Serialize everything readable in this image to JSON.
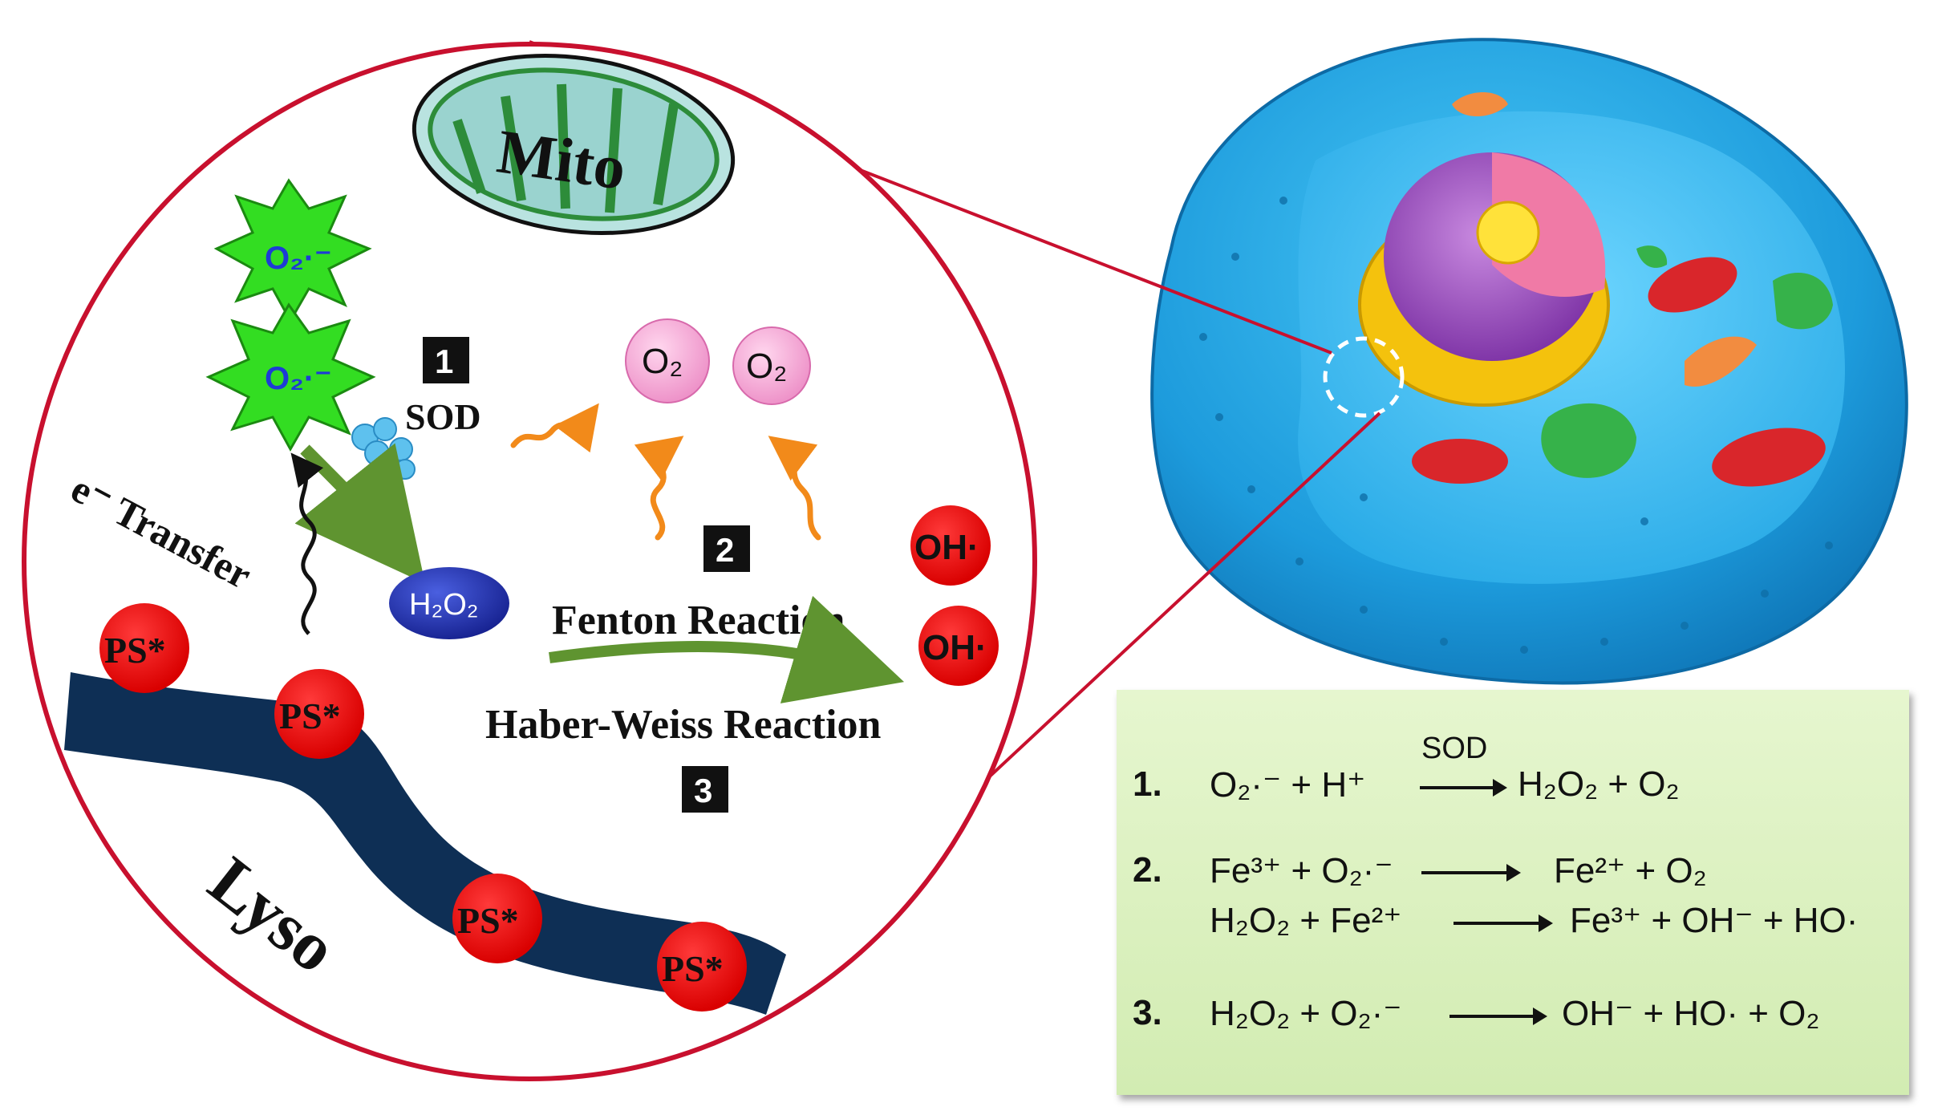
{
  "labels": {
    "mito": "Mito",
    "lyso": "Lyso",
    "e_transfer": "e⁻ Transfer",
    "sod": "SOD",
    "fenton": "Fenton Reaction",
    "haber_weiss": "Haber-Weiss Reaction",
    "step1": "1",
    "step2": "2",
    "step3": "3",
    "superoxide": "O₂·⁻",
    "oxygen": "O₂",
    "h2o2": "H₂O₂",
    "hydroxyl": "OH·",
    "ps": "PS*"
  },
  "equations": {
    "eq1_num": "1.",
    "eq1_left": "O₂·⁻ + H⁺",
    "eq1_over": "SOD",
    "eq1_right": "H₂O₂ + O₂",
    "eq2_num": "2.",
    "eq2a_left": "Fe³⁺ + O₂·⁻",
    "eq2a_right": "Fe²⁺ + O₂",
    "eq2b_left": "H₂O₂ + Fe²⁺",
    "eq2b_right": "Fe³⁺ + OH⁻ + HO·",
    "eq3_num": "3.",
    "eq3_left": "H₂O₂ + O₂·⁻",
    "eq3_right": "OH⁻ + HO· + O₂"
  },
  "colors": {
    "circle_border": "#c8102e",
    "superoxide_star": "#33dd22",
    "oxygen_bubble": "#f4a9d6",
    "h2o2_blob": "#2233aa",
    "hydroxyl": "#e60000",
    "ps": "#e60000",
    "lyso_band": "#0e2f55",
    "green_arrow": "#5f9430",
    "wavy_orange": "#f28a1a",
    "cell_blue": "#2aa6e0",
    "equation_bg": "#ddf2c2"
  }
}
